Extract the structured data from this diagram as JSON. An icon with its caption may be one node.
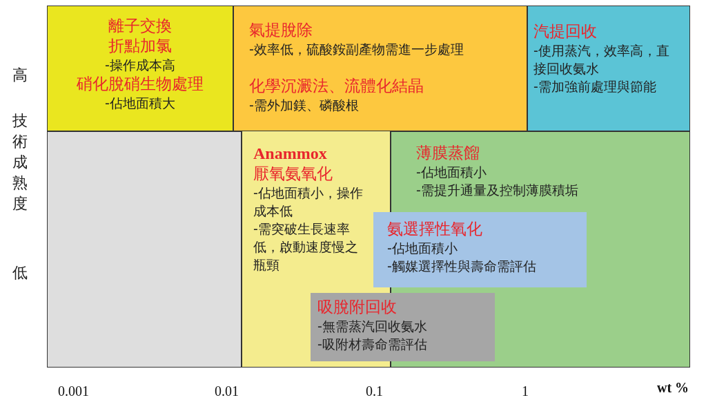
{
  "diagram": {
    "nodes": [
      {
        "text": [
          "離子交換",
          "折點加氯",
          "-操作成本高",
          "硝化脫硝生物處理",
          "-佔地面積大"
        ]
      },
      {
        "text": [
          "氣提脫除",
          "-效率低，硫酸銨副產物需進一步處理",
          "化學沉澱法、流體化結晶",
          "-需外加鎂、磷酸根"
        ]
      },
      {
        "text": [
          "汽提回收",
          "-使用蒸汽，效率高，直接回收氨水",
          "-需加強前處理與節能"
        ]
      },
      {
        "text": [],
        "shape": "box"
      },
      {
        "text": [
          "Anammox",
          "厭氧氨氧化",
          "-佔地面積小，操作成本低",
          "-需突破生長速率低，啟動速度慢之瓶頸"
        ]
      },
      {
        "text": [
          "薄膜蒸餾",
          "-佔地面積小",
          "-需提升通量及控制薄膜積垢"
        ]
      },
      {
        "text": [
          "氨選擇性氧化",
          "-佔地面積小",
          "-觸媒選擇性與壽命需評估"
        ]
      },
      {
        "text": [
          "吸脫附回收",
          "-無需蒸汽回收氨水",
          "-吸附材壽命需評估"
        ]
      }
    ],
    "labels": [
      "高",
      "技術成熟度",
      "低",
      "0.001",
      "0.01",
      "0.1",
      "1",
      "wt %"
    ]
  }
}
